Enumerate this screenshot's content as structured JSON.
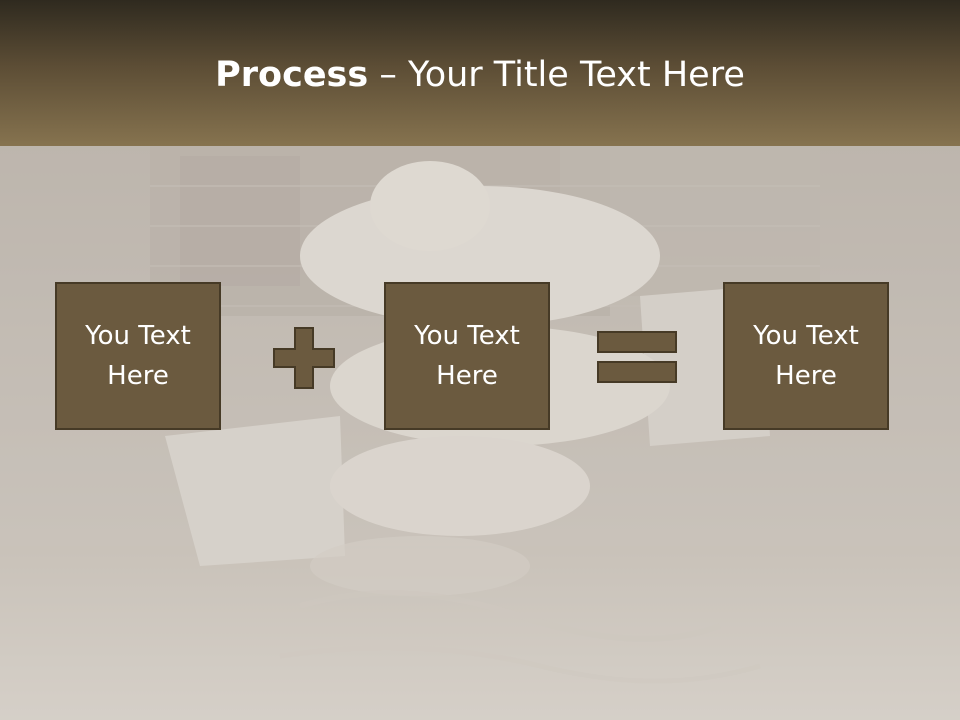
{
  "slide": {
    "title_bold": "Process",
    "title_rest": " – Your Title Text Here",
    "boxes": [
      {
        "line1": "You Text",
        "line2": "Here"
      },
      {
        "line1": "You Text",
        "line2": "Here"
      },
      {
        "line1": "You Text",
        "line2": "Here"
      }
    ],
    "operators": [
      "plus-icon",
      "equals-icon"
    ]
  },
  "colors": {
    "title_band_top": "#2f2a1f",
    "title_band_bottom": "#86734f",
    "box_fill": "#6b5a3f",
    "box_border": "#463a26",
    "operator_fill": "#6b5a3f",
    "background": "#cfcac2"
  }
}
